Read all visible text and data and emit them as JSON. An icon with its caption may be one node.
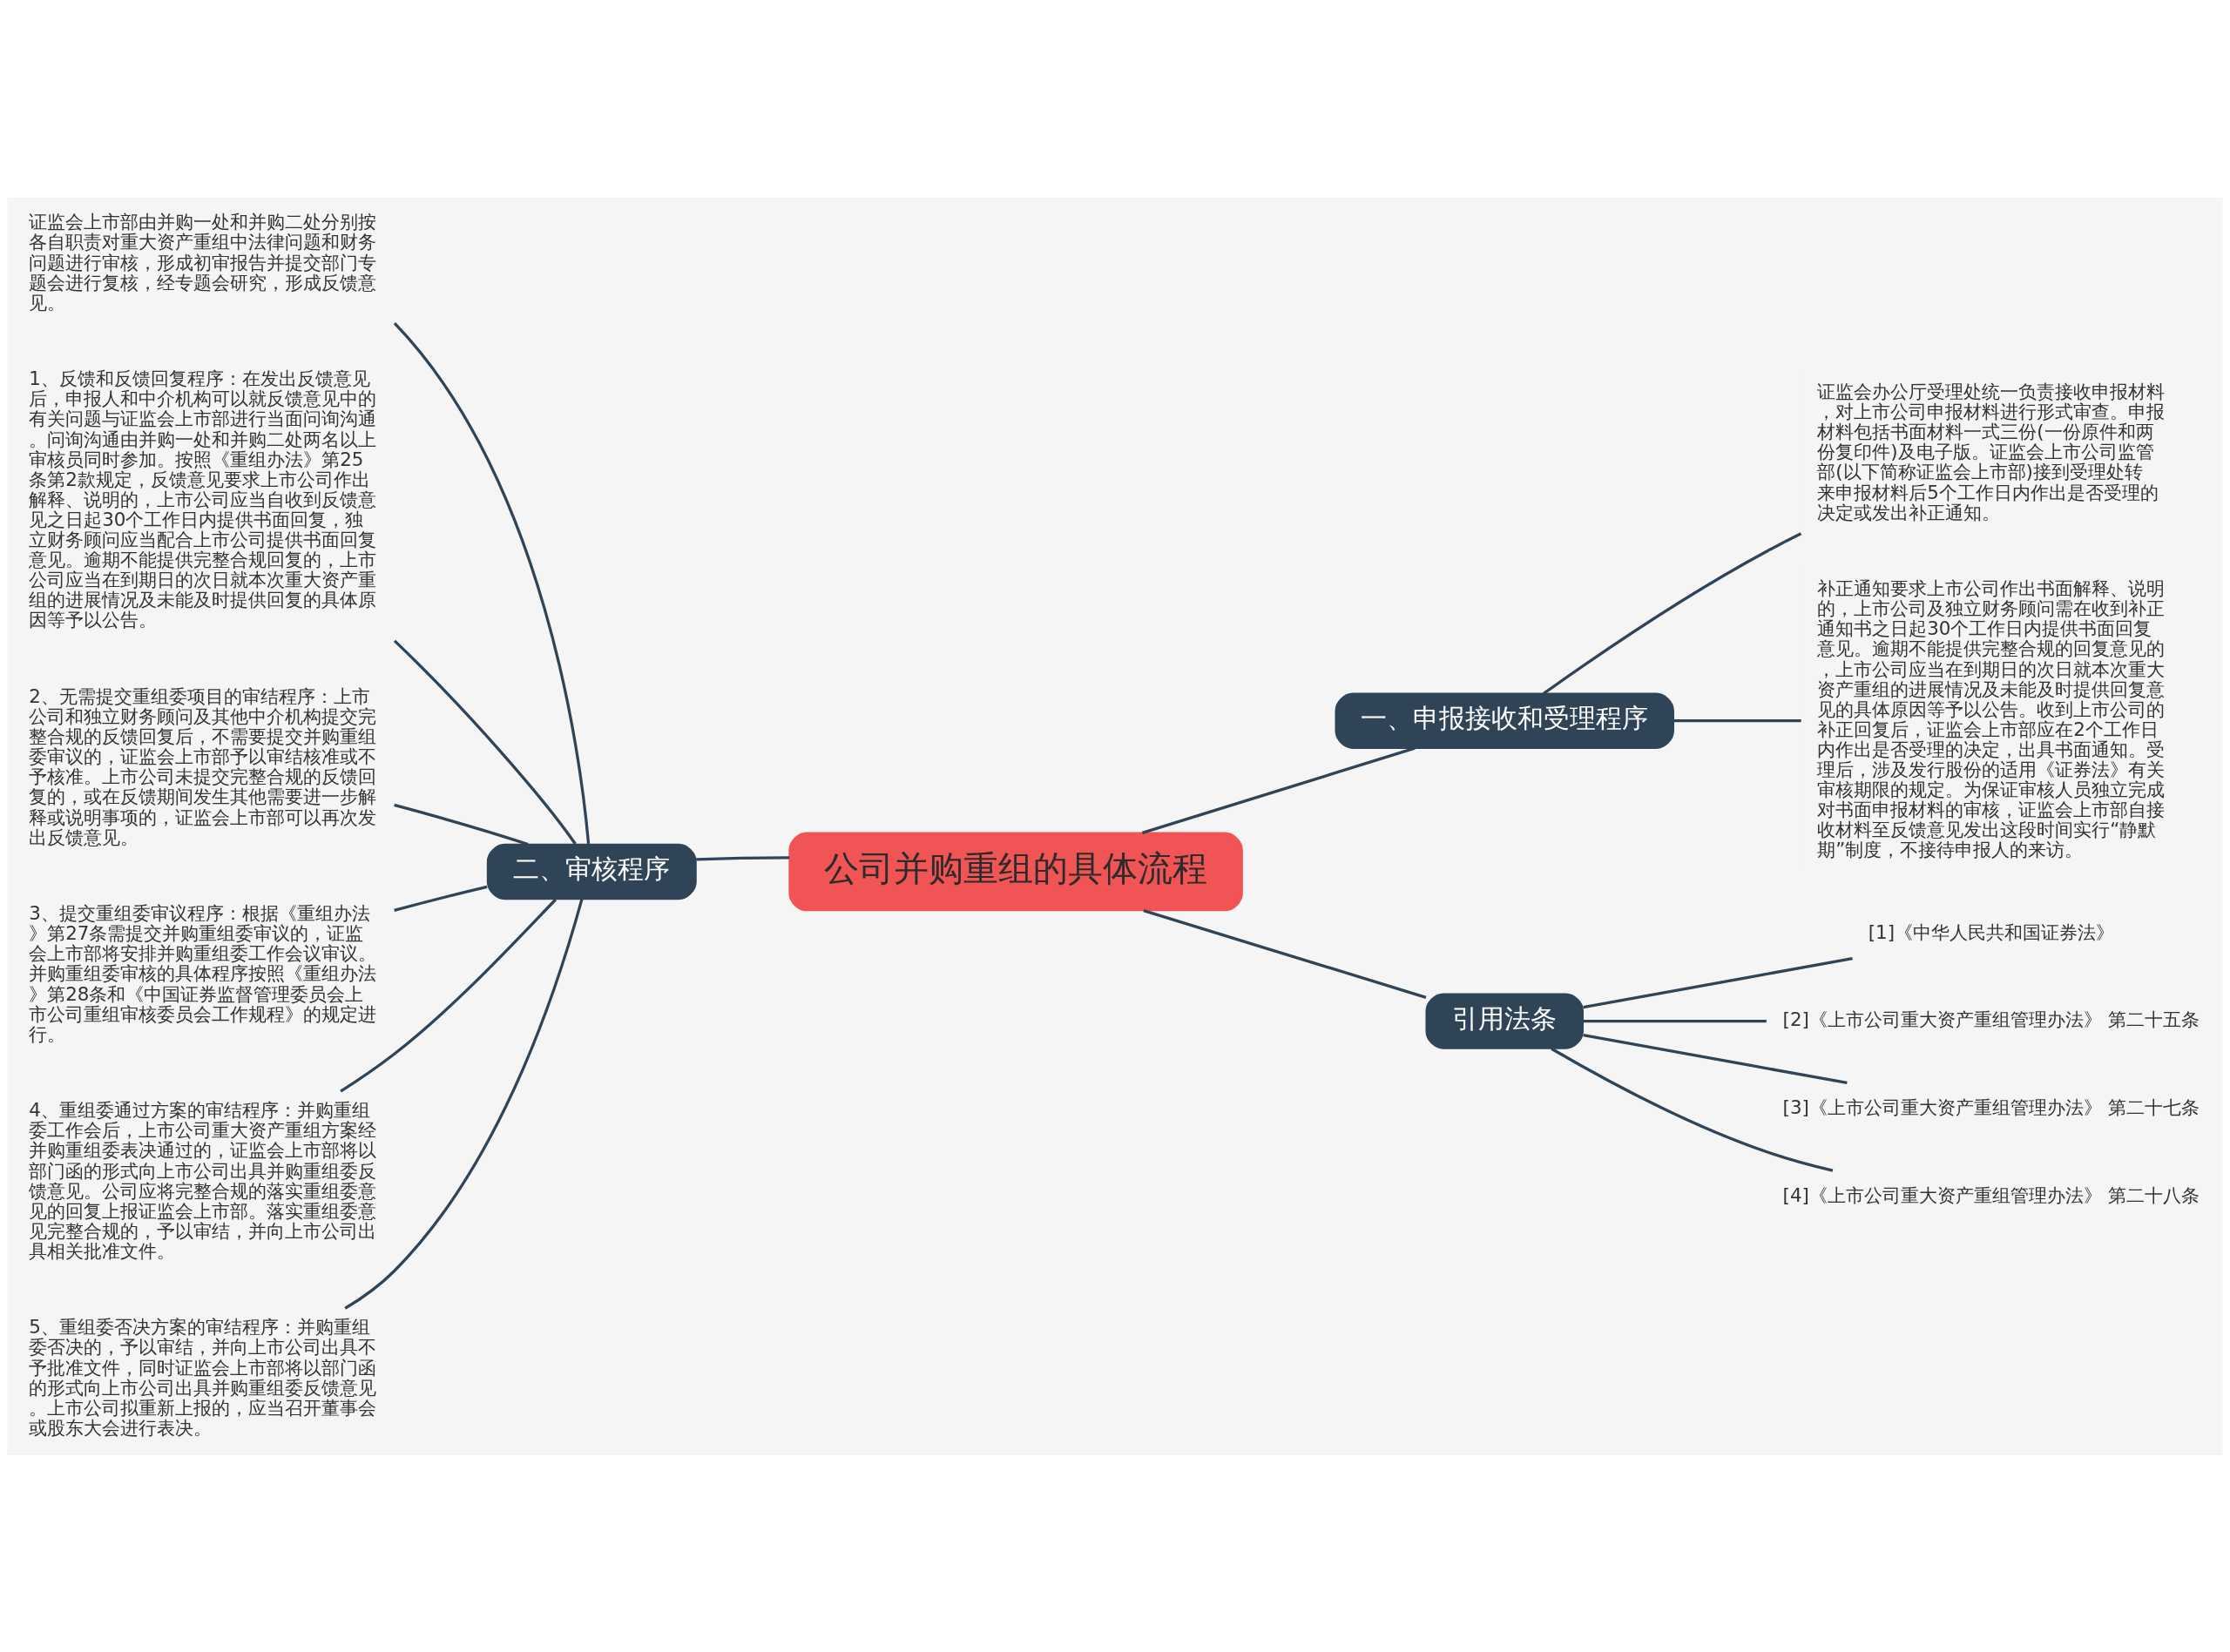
{
  "diagram": {
    "nodes": [
      {
        "text": [
          "公司并购重组的具体流程"
        ]
      },
      {
        "text": [
          "一、申报接收和受理程序"
        ]
      },
      {
        "text": [
          "证监会办公厅受理处统一负责接收申报材料，对上市公司申报材料进行形式审查。申报材料包括书面材料一式三份(一份原件和两份复印件)及电子版。证监会上市公司监管部(以下简称证监会上市部)接到受理处转来申报材料后5个工作日内作出是否受理的决定或发出补正通知。"
        ]
      },
      {
        "text": [
          "补正通知要求上市公司作出书面解释、说明的，上市公司及独立财务顾问需在收到补正通知书之日起30个工作日内提供书面回复意见。逾期不能提供完整合规的回复意见的，上市公司应当在到期日的次日就本次重大资产重组的进展情况及未能及时提供回复意见的具体原因等予以公告。收到上市公司的补正回复后，证监会上市部应在2个工作日内作出是否受理的决定，出具书面通知。受理后，涉及发行股份的适用《证券法》有关审核期限的规定。为保证审核人员独立完成对书面申报材料的审核，证监会上市部自接收材料至反馈意见发出这段时间实行“静默期”制度，不接待申报人的来访。"
        ]
      },
      {
        "text": [
          "二、审核程序"
        ]
      },
      {
        "text": [
          "证监会上市部由并购一处和并购二处分别按各自职责对重大资产重组中法律问题和财务问题进行审核，形成初审报告并提交部门专题会进行复核，经专题会研究，形成反馈意见。"
        ]
      },
      {
        "text": [
          "1、反馈和反馈回复程序：在发出反馈意见后，申报人和中介机构可以就反馈意见中的有关问题与证监会上市部进行当面问询沟通。问询沟通由并购一处和并购二处两名以上审核员同时参加。按照《重组办法》第25条第2款规定，反馈意见要求上市公司作出解释、说明的，上市公司应当自收到反馈意见之日起30个工作日内提供书面回复，独立财务顾问应当配合上市公司提供书面回复意见。逾期不能提供完整合规回复的，上市公司应当在到期日的次日就本次重大资产重组的进展情况及未能及时提供回复的具体原因等予以公告。"
        ]
      },
      {
        "text": [
          "2、无需提交重组委项目的审结程序：上市公司和独立财务顾问及其他中介机构提交完整合规的反馈回复后，不需要提交并购重组委审议的，证监会上市部予以审结核准或不予核准。上市公司未提交完整合规的反馈回复的，或在反馈期间发生其他需要进一步解释或说明事项的，证监会上市部可以再次发出反馈意见。"
        ]
      },
      {
        "text": [
          "3、提交重组委审议程序：根据《重组办法》第27条需提交并购重组委审议的，证监会上市部将安排并购重组委工作会议审议。并购重组委审核的具体程序按照《重组办法》第28条和《中国证券监督管理委员会上市公司重组审核委员会工作规程》的规定进行。"
        ]
      },
      {
        "text": [
          "4、重组委通过方案的审结程序：并购重组委工作会后，上市公司重大资产重组方案经并购重组委表决通过的，证监会上市部将以部门函的形式向上市公司出具并购重组委反馈意见。公司应将完整合规的落实重组委意见的回复上报证监会上市部。落实重组委意见完整合规的，予以审结，并向上市公司出具相关批准文件。"
        ]
      },
      {
        "text": [
          "5、重组委否决方案的审结程序：并购重组委否决的，予以审结，并向上市公司出具不予批准文件，同时证监会上市部将以部门函的形式向上市公司出具并购重组委反馈意见。上市公司拟重新上报的，应当召开董事会或股东大会进行表决。"
        ]
      },
      {
        "text": [
          "引用法条"
        ]
      },
      {
        "text": [
          "[1]《中华人民共和国证券法》"
        ]
      },
      {
        "text": [
          "[2]《上市公司重大资产重组管理办法》 第二十五条"
        ]
      },
      {
        "text": [
          "[3]《上市公司重大资产重组管理办法》 第二十七条"
        ]
      },
      {
        "text": [
          "[4]《上市公司重大资产重组管理办法》 第二十八条"
        ]
      }
    ],
    "edges": [
      {
        "from": 0,
        "to": 1,
        "arrow": "none"
      },
      {
        "from": 1,
        "to": 2,
        "arrow": "none"
      },
      {
        "from": 1,
        "to": 3,
        "arrow": "none"
      },
      {
        "from": 0,
        "to": 4,
        "arrow": "none"
      },
      {
        "from": 4,
        "to": 5,
        "arrow": "none"
      },
      {
        "from": 4,
        "to": 6,
        "arrow": "none"
      },
      {
        "from": 4,
        "to": 7,
        "arrow": "none"
      },
      {
        "from": 4,
        "to": 8,
        "arrow": "none"
      },
      {
        "from": 4,
        "to": 9,
        "arrow": "none"
      },
      {
        "from": 4,
        "to": 10,
        "arrow": "none"
      },
      {
        "from": 0,
        "to": 11,
        "arrow": "none"
      },
      {
        "from": 11,
        "to": 12,
        "arrow": "none"
      },
      {
        "from": 11,
        "to": 13,
        "arrow": "none"
      },
      {
        "from": 11,
        "to": 14,
        "arrow": "none"
      },
      {
        "from": 11,
        "to": 15,
        "arrow": "none"
      }
    ]
  }
}
